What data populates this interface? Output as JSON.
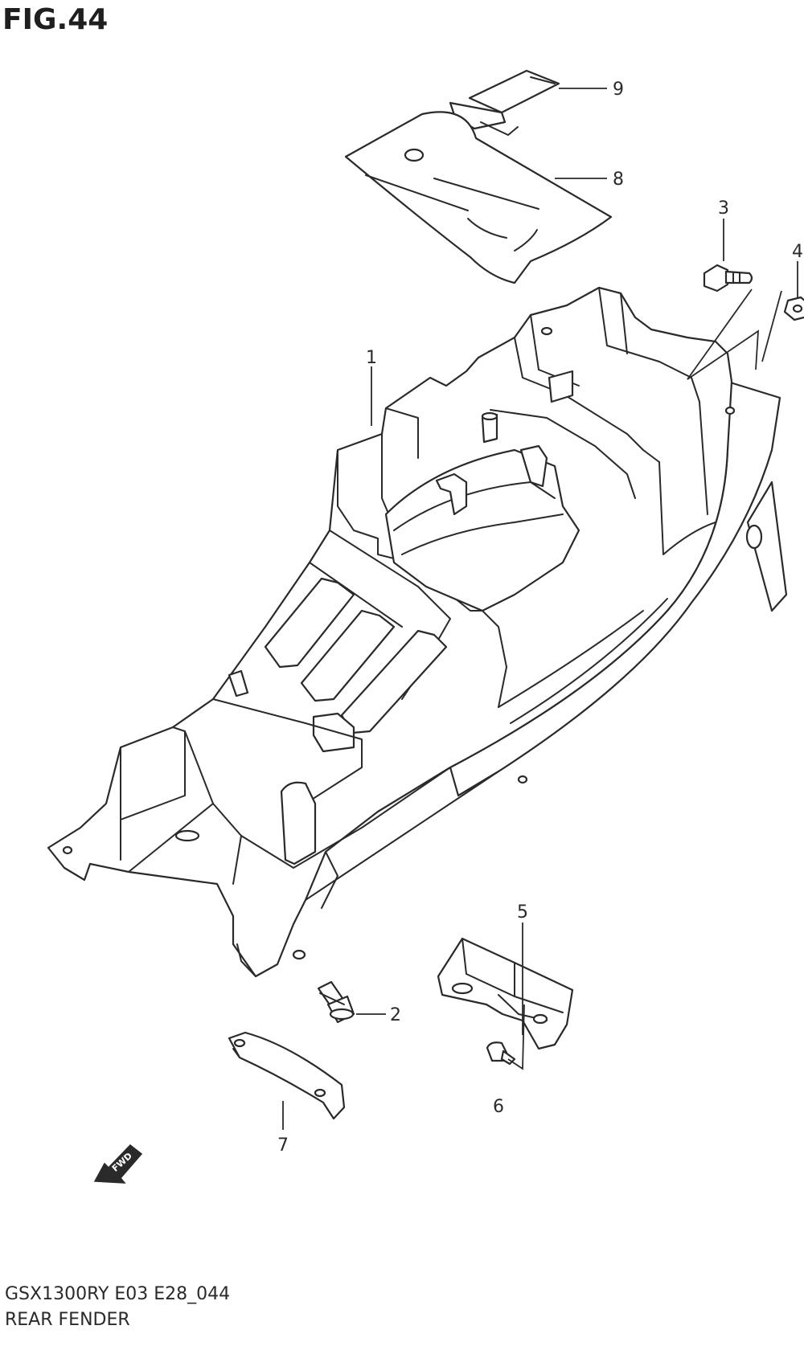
{
  "figure": {
    "title": "FIG.44",
    "model_code": "GSX1300RY E03 E28_044",
    "section_name": "REAR FENDER"
  },
  "callouts": [
    "1",
    "2",
    "3",
    "4",
    "5",
    "6",
    "7",
    "8",
    "9"
  ],
  "direction_arrow": {
    "label": "FWD",
    "icon": "forward-arrow-icon"
  }
}
